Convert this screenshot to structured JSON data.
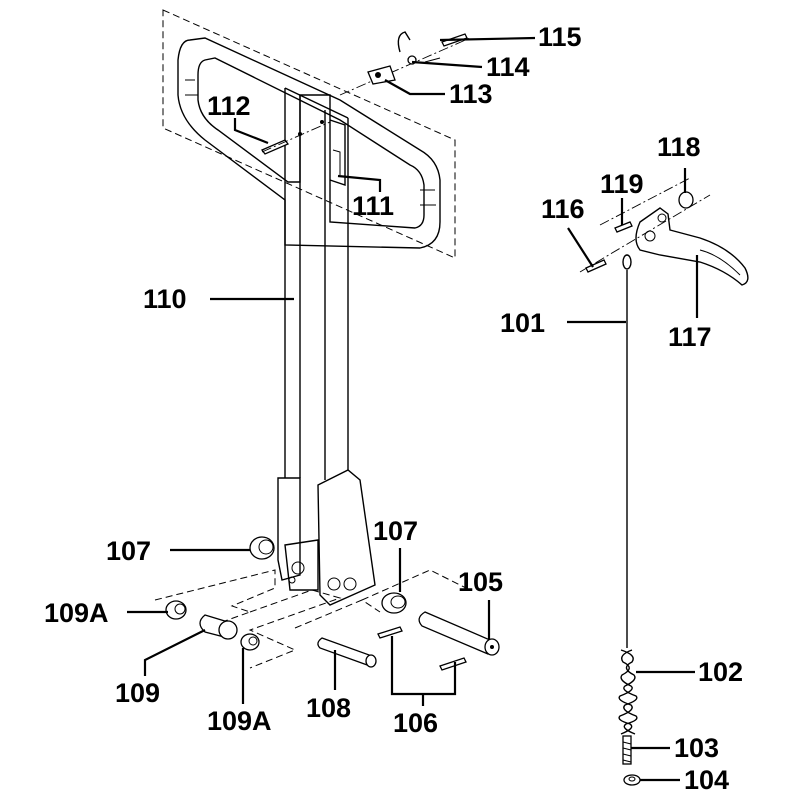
{
  "labels": {
    "p101": "101",
    "p102": "102",
    "p103": "103",
    "p104": "104",
    "p105": "105",
    "p106": "106",
    "p107a": "107",
    "p107b": "107",
    "p108": "108",
    "p109": "109",
    "p109a_top": "109A",
    "p109a_bottom": "109A",
    "p110": "110",
    "p111": "111",
    "p112": "112",
    "p113": "113",
    "p114": "114",
    "p115": "115",
    "p116": "116",
    "p117": "117",
    "p118": "118",
    "p119": "119"
  }
}
